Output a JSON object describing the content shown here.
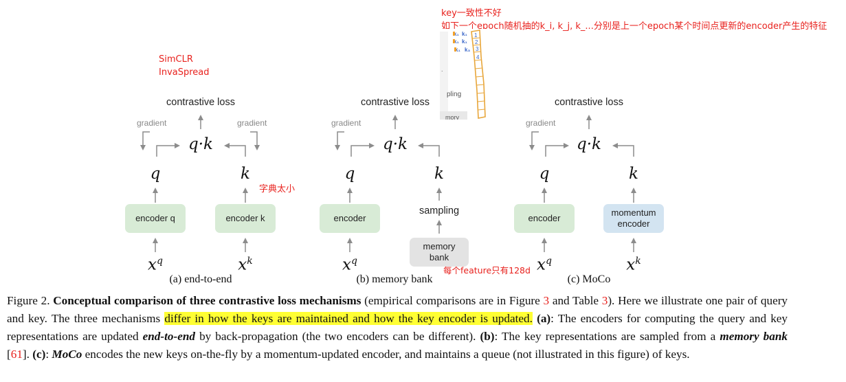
{
  "annotations": {
    "top_line1": "key一致性不好",
    "top_line2": "如下一个epoch随机抽的k_i, k_j, k_...分别是上一个epoch某个时间点更新的encoder产生的特征",
    "simclr": "SimCLR",
    "invaspread": "InvaSpread",
    "dict_size": "字典太小",
    "feature_dim": "每个feature只有128d"
  },
  "inset": {
    "frag1": "pling",
    "frag2": "mory"
  },
  "diagrams": [
    {
      "loss": "contrastive loss",
      "grad_left": "gradient",
      "grad_right": "gradient",
      "qk": "q·k",
      "q": "q",
      "k": "k",
      "left_box": "encoder q",
      "right_box": "encoder k",
      "xq": "x",
      "xq_sup": "q",
      "xk": "x",
      "xk_sup": "k",
      "subcaption": "(a) end-to-end"
    },
    {
      "loss": "contrastive loss",
      "grad_left": "gradient",
      "qk": "q·k",
      "q": "q",
      "k": "k",
      "left_box": "encoder",
      "sampling": "sampling",
      "bank_line1": "memory",
      "bank_line2": "bank",
      "xq": "x",
      "xq_sup": "q",
      "subcaption": "(b) memory bank"
    },
    {
      "loss": "contrastive loss",
      "grad_left": "gradient",
      "qk": "q·k",
      "q": "q",
      "k": "k",
      "left_box": "encoder",
      "right_box_line1": "momentum",
      "right_box_line2": "encoder",
      "xq": "x",
      "xq_sup": "q",
      "xk": "x",
      "xk_sup": "k",
      "subcaption": "(c) MoCo"
    }
  ],
  "caption": {
    "fig_label": "Figure 2.",
    "title": "Conceptual comparison of three contrastive loss mechanisms",
    "p1": "(empirical comparisons are in Figure",
    "ref_fig": "3",
    "p2": "and Table",
    "ref_table": "3",
    "p3": "). Here we illustrate one pair of query and key. The three mechanisms",
    "highlight": "differ in how the keys are maintained and how the key encoder is updated.",
    "a_label": "(a)",
    "a_text1": ": The encoders for computing the query and key representations are updated",
    "a_em": "end-to-end",
    "a_text2": "by back-propagation (the two encoders can be different).",
    "b_label": "(b)",
    "b_text1": ": The key representations are sampled from a",
    "b_em": "memory bank",
    "b_ref": "61",
    "c_label": "(c)",
    "c_text1": ":",
    "c_em": "MoCo",
    "c_text2": "encodes the new keys on-the-fly by a momentum-updated encoder, and maintains a queue (not illustrated in this figure) of keys."
  },
  "colors": {
    "annotation_red": "#e8211d",
    "encoder_green": "#d8ebd6",
    "momentum_blue": "#d3e4f1",
    "bank_gray": "#e3e3e3",
    "highlight_yellow": "#ffff33",
    "arrow_gray": "#8c8c8c"
  }
}
